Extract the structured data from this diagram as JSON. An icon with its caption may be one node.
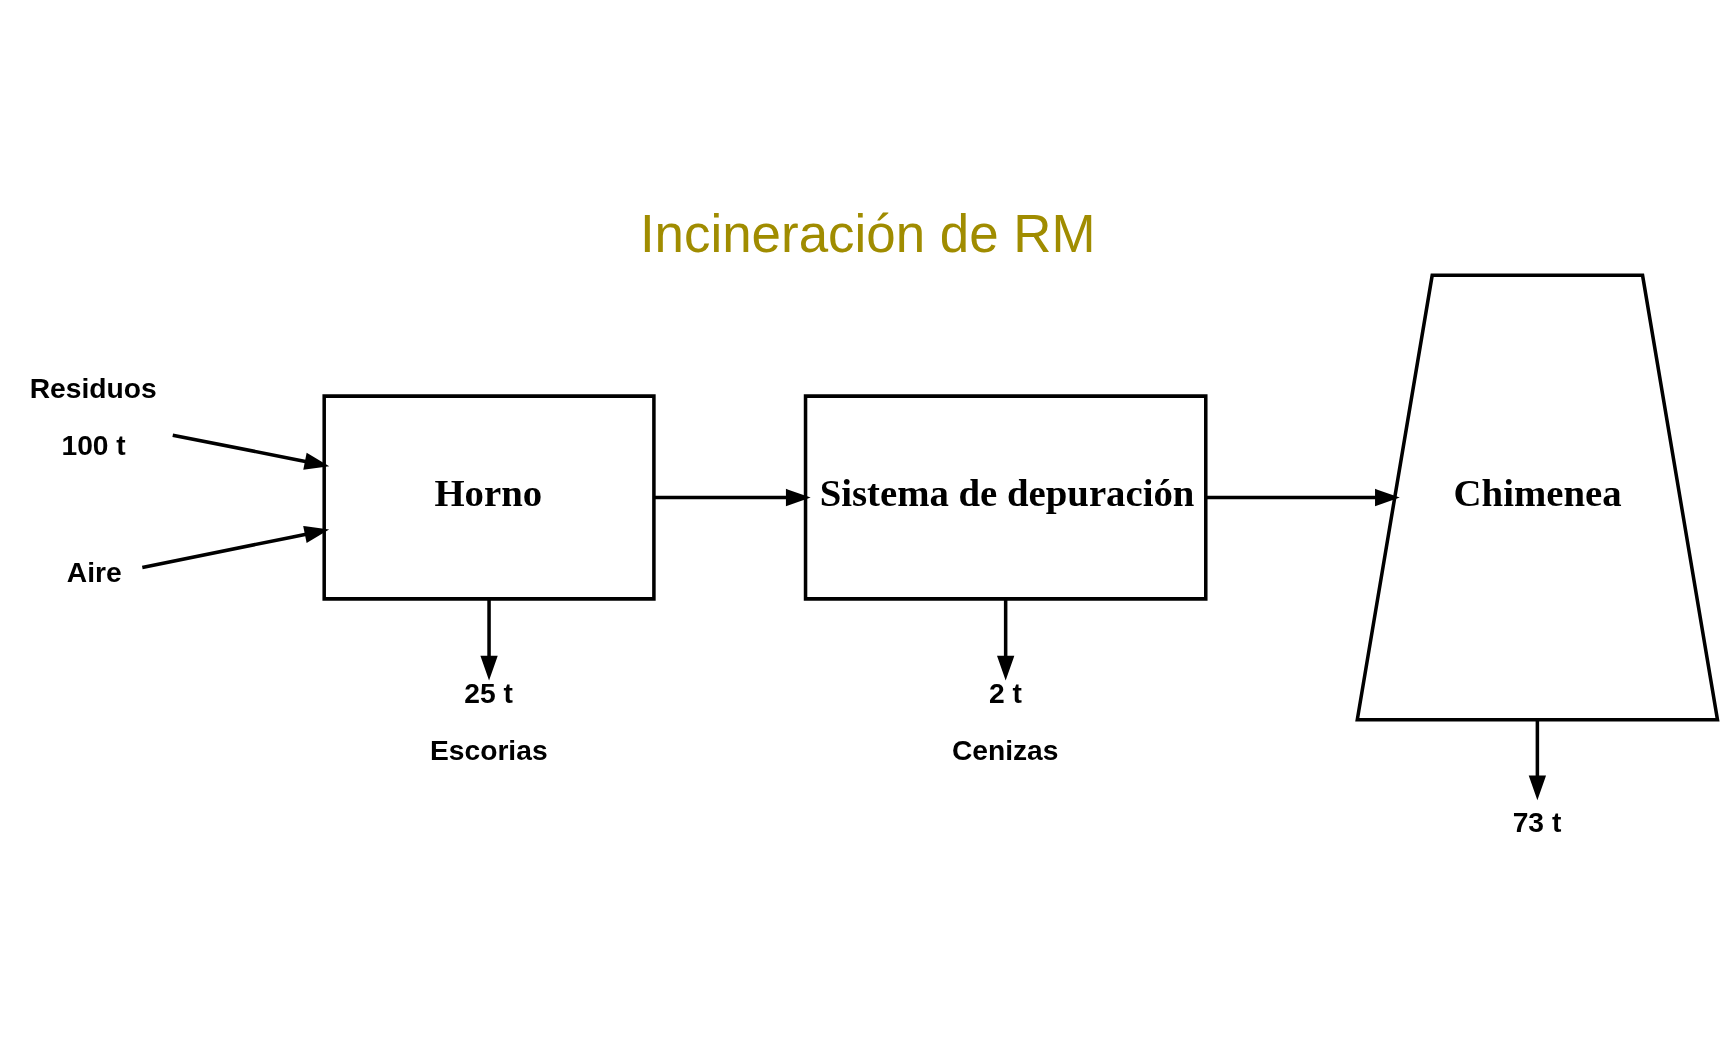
{
  "diagram": {
    "title": "Incineración de RM",
    "nodes": [
      {
        "text": [
          "100 t"
        ],
        "beside": [
          "Residuos"
        ]
      },
      {
        "text": [
          "Aire"
        ]
      },
      {
        "text": [
          "Horno"
        ]
      },
      {
        "text": [
          "Sistema de depuración"
        ]
      },
      {
        "text": [
          "Chimenea"
        ]
      },
      {
        "text": [
          "25 t"
        ],
        "beside": [
          "Escorias"
        ]
      },
      {
        "text": [
          "2 t"
        ],
        "beside": [
          "Cenizas"
        ]
      },
      {
        "text": [
          "73 t"
        ]
      }
    ],
    "edges": [
      {
        "from": 0,
        "to": 2,
        "arrow": "to"
      },
      {
        "from": 1,
        "to": 2,
        "arrow": "to"
      },
      {
        "from": 2,
        "to": 3,
        "arrow": "to"
      },
      {
        "from": 3,
        "to": 4,
        "arrow": "to"
      },
      {
        "from": 2,
        "to": 5,
        "arrow": "to"
      },
      {
        "from": 3,
        "to": 6,
        "arrow": "to"
      },
      {
        "from": 4,
        "to": 7,
        "arrow": "to"
      }
    ]
  }
}
